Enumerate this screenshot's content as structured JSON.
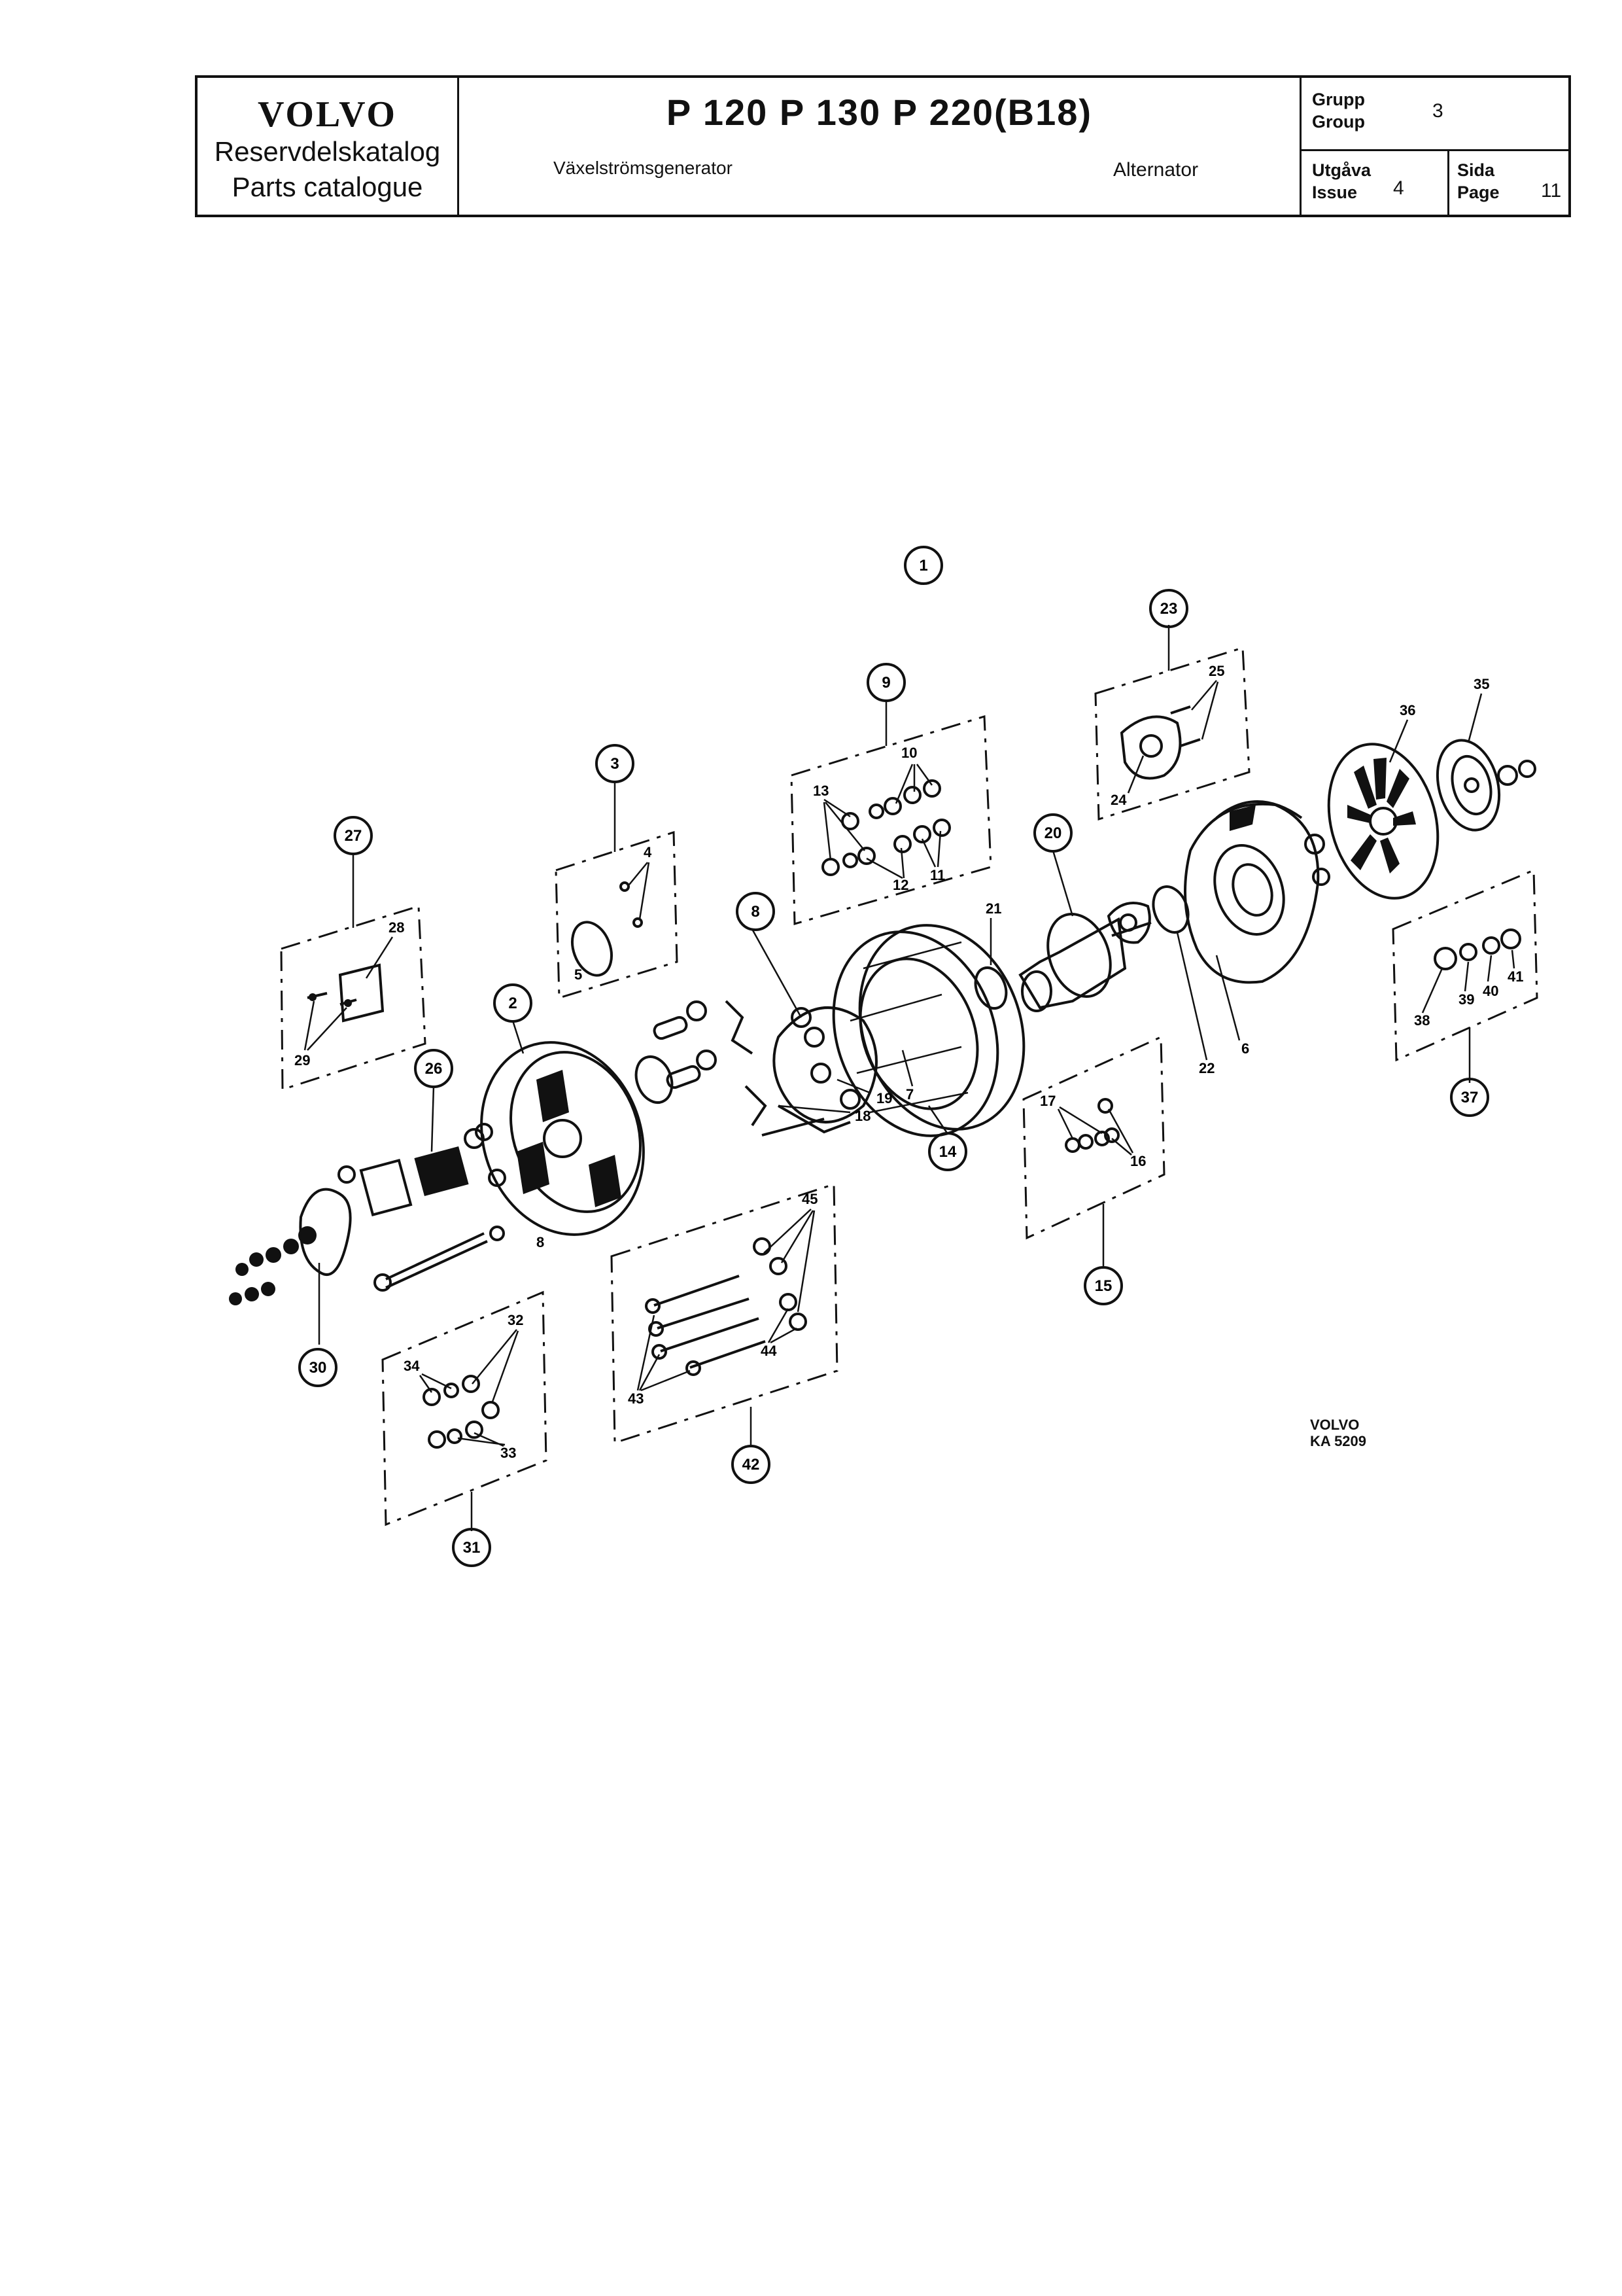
{
  "header": {
    "brand": "VOLVO",
    "catalog_sv": "Reservdelskatalog",
    "catalog_en": "Parts catalogue",
    "models": "P 120   P 130   P 220(B18)",
    "title_sv": "Växelströmsgenerator",
    "title_en": "Alternator",
    "group_label_sv": "Grupp",
    "group_label_en": "Group",
    "group_value": "3",
    "issue_label_sv": "Utgåva",
    "issue_label_en": "Issue",
    "issue_value": "4",
    "page_label_sv": "Sida",
    "page_label_en": "Page",
    "page_value": "11"
  },
  "diagram": {
    "refs": {
      "r1": "1",
      "r2": "2",
      "r3": "3",
      "r8": "8",
      "r9": "9",
      "r14": "14",
      "r15": "15",
      "r20": "20",
      "r23": "23",
      "r26": "26",
      "r27": "27",
      "r30": "30",
      "r31": "31",
      "r37": "37",
      "r42": "42"
    },
    "labels": {
      "p4": "4",
      "p5": "5",
      "p6": "6",
      "p7": "7",
      "p8": "8",
      "p10": "10",
      "p11": "11",
      "p12": "12",
      "p13": "13",
      "p16": "16",
      "p17": "17",
      "p18": "18",
      "p19": "19",
      "p21": "21",
      "p22": "22",
      "p24": "24",
      "p25": "25",
      "p28": "28",
      "p29": "29",
      "p32": "32",
      "p33": "33",
      "p34": "34",
      "p35": "35",
      "p36": "36",
      "p38": "38",
      "p39": "39",
      "p40": "40",
      "p41": "41",
      "p43": "43",
      "p44": "44",
      "p45": "45"
    }
  },
  "footer": {
    "brand": "VOLVO",
    "code": "KA 5209"
  }
}
